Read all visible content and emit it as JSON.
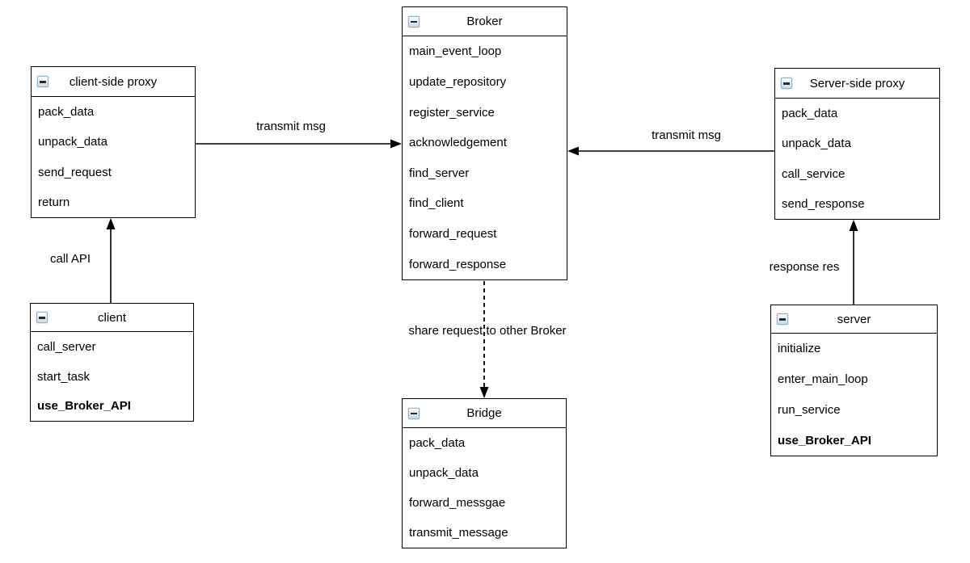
{
  "canvas": {
    "background": "#ffffff",
    "stroke_color": "#000000",
    "text_color": "#000000",
    "collapse_icon_border": "#92b1c6"
  },
  "boxes": [
    {
      "title": "client-side proxy",
      "members": [
        "pack_data",
        "unpack_data",
        "send_request",
        "return"
      ]
    },
    {
      "title": "Broker",
      "members": [
        "main_event_loop",
        "update_repository",
        "register_service",
        "acknowledgement",
        "find_server",
        "find_client",
        "forward_request",
        "forward_response"
      ]
    },
    {
      "title": "Server-side proxy",
      "members": [
        "pack_data",
        "unpack_data",
        "call_service",
        "send_response"
      ]
    },
    {
      "title": "client",
      "members": [
        "call_server",
        "start_task",
        "use_Broker_API"
      ]
    },
    {
      "title": "server",
      "members": [
        "initialize",
        "enter_main_loop",
        "run_service",
        "use_Broker_API"
      ]
    },
    {
      "title": "Bridge",
      "members": [
        "pack_data",
        "unpack_data",
        "forward_messgae",
        "transmit_message"
      ]
    }
  ],
  "edges": [
    {
      "label": "transmit msg",
      "from": "client-side proxy",
      "to": "Broker",
      "style": "solid"
    },
    {
      "label": "transmit msg",
      "from": "Server-side proxy",
      "to": "Broker",
      "style": "solid"
    },
    {
      "label": "call API",
      "from": "client",
      "to": "client-side proxy",
      "style": "solid"
    },
    {
      "label": "response res",
      "from": "server",
      "to": "Server-side proxy",
      "style": "solid"
    },
    {
      "label": "share request to other Broker",
      "from": "Broker",
      "to": "Bridge",
      "style": "dashed"
    }
  ]
}
